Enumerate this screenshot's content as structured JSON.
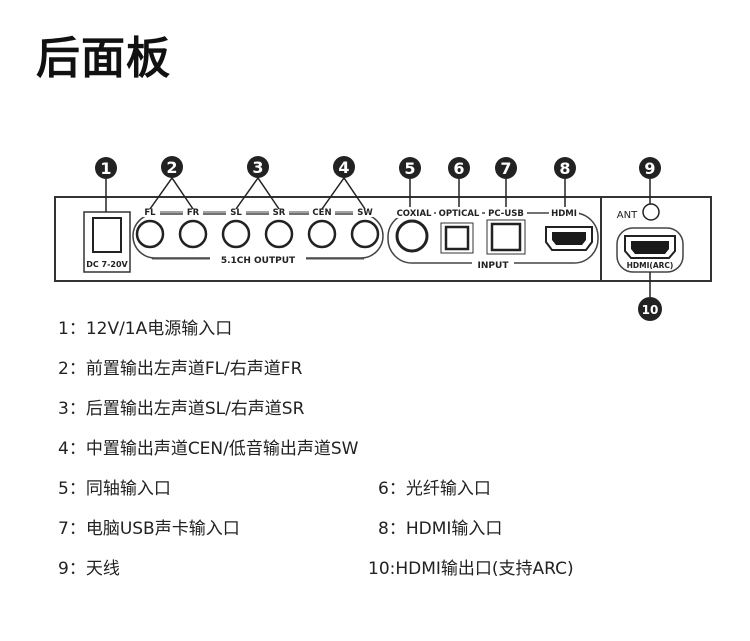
{
  "title": "后面板",
  "panel": {
    "power_label": "DC 7-20V",
    "output_group_label": "5.1CH OUTPUT",
    "input_group_label": "INPUT",
    "ant_label": "ANT",
    "hdmi_out_label": "HDMI(ARC)",
    "output_ports": [
      "FL",
      "FR",
      "SL",
      "SR",
      "CEN",
      "SW"
    ],
    "input_ports": [
      "COXIAL",
      "OPTICAL",
      "PC-USB",
      "HDMI"
    ]
  },
  "callouts": [
    "1",
    "2",
    "3",
    "4",
    "5",
    "6",
    "7",
    "8",
    "9",
    "10"
  ],
  "legend": [
    "1：12V/1A电源输入口",
    "2：前置输出左声道FL/右声道FR",
    "3：后置输出左声道SL/右声道SR",
    "4：中置输出声道CEN/低音输出声道SW",
    "5：同轴输入口",
    "6：光纤输入口",
    "7：电脑USB声卡输入口",
    "8：HDMI输入口",
    "9：天线",
    "10:HDMI输出口(支持ARC)"
  ]
}
